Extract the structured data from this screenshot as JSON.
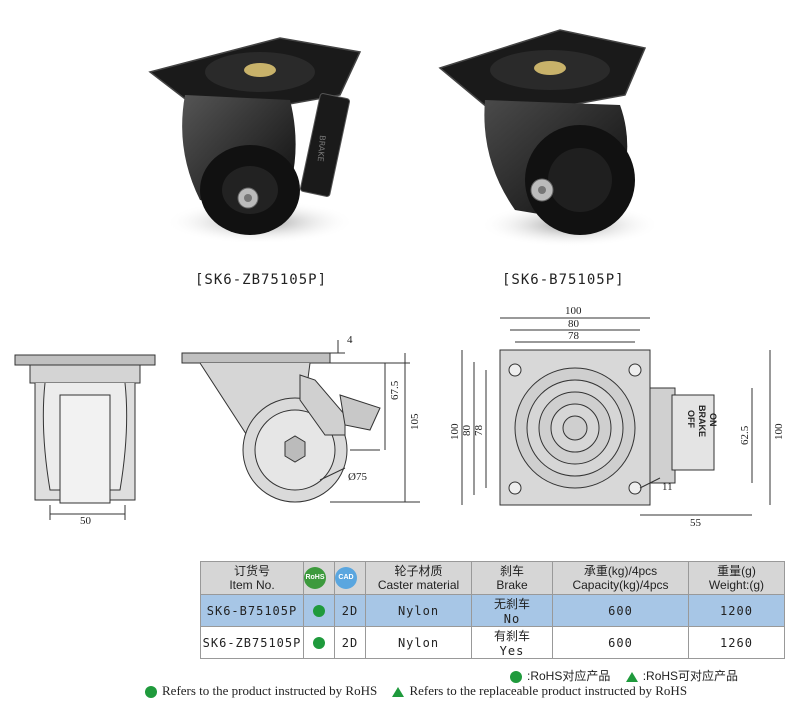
{
  "products": [
    {
      "code": "[SK6-ZB75105P]"
    },
    {
      "code": "[SK6-B75105P]"
    }
  ],
  "dimensions": {
    "side_width": "50",
    "top_offset": "4",
    "mount_height": "67.5",
    "total_height": "105",
    "wheel_diameter": "Ø75",
    "plate_outer": "100",
    "plate_hole_outer": "80",
    "plate_hole_inner": "78",
    "plate_left_outer": "100",
    "plate_left_mid": "80",
    "plate_left_inner": "78",
    "offset_height": "62.5",
    "right_total": "100",
    "hole_dia": "11",
    "brake_offset": "55",
    "brake_text": [
      "OFF",
      "BRAKE",
      "ON"
    ]
  },
  "table": {
    "headers": [
      {
        "cn": "订货号",
        "en": "Item No."
      },
      {
        "icon": "RoHS"
      },
      {
        "icon": "CAD"
      },
      {
        "cn": "轮子材质",
        "en": "Caster material"
      },
      {
        "cn": "刹车",
        "en": "Brake"
      },
      {
        "cn": "承重(kg)/4pcs",
        "en": "Capacity(kg)/4pcs"
      },
      {
        "cn": "重量(g)",
        "en": "Weight:(g)"
      }
    ],
    "rows": [
      {
        "item": "SK6-B75105P",
        "cad": "2D",
        "material": "Nylon",
        "brake_cn": "无刹车",
        "brake_en": "No",
        "capacity": "600",
        "weight": "1200"
      },
      {
        "item": "SK6-ZB75105P",
        "cad": "2D",
        "material": "Nylon",
        "brake_cn": "有刹车",
        "brake_en": "Yes",
        "capacity": "600",
        "weight": "1260"
      }
    ]
  },
  "legend": {
    "cn_rohs": ":RoHS对应产品",
    "cn_replace": ":RoHS可对应产品",
    "en_rohs": "Refers to the product instructed by RoHS",
    "en_replace": "Refers to the replaceable product instructed by RoHS"
  },
  "colors": {
    "rohs_green": "#1f9a3c",
    "row_highlight": "#a7c6e6",
    "header_gray": "#d6d6d6"
  }
}
